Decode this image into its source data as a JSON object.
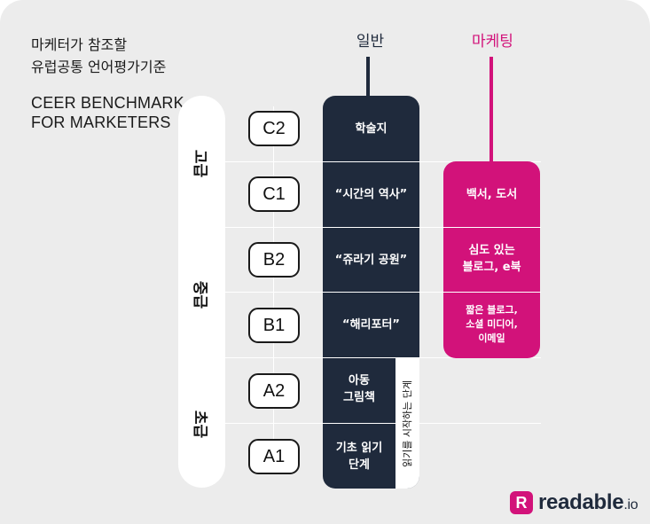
{
  "title": {
    "ko_line1": "마케터가 참조할",
    "ko_line2": "유럽공통 언어평가기준",
    "en_line1": "CEER BENCHMARK",
    "en_line2": "FOR MARKETERS"
  },
  "columns": {
    "general": "일반",
    "marketing": "마케팅"
  },
  "tiers": {
    "advanced": "고급",
    "intermediate": "중급",
    "beginner": "초급"
  },
  "levels": [
    "C2",
    "C1",
    "B2",
    "B1",
    "A2",
    "A1"
  ],
  "general_examples": {
    "c2": "학술지",
    "c1": "“시간의 역사”",
    "b2": "“쥬라기 공원”",
    "b1": "“해리포터”",
    "a2_line1": "아동",
    "a2_line2": "그림책",
    "a1_line1": "기초 읽기",
    "a1_line2": "단계"
  },
  "start_reading_label": "읽기를 시작하는 단계",
  "marketing_examples": {
    "c1": "백서, 도서",
    "b2_line1": "심도 있는",
    "b2_line2": "블로그, e북",
    "b1_line1": "짧은 블로그,",
    "b1_line2": "소셜 미디어,",
    "b1_line3": "이메일"
  },
  "brand": {
    "mark": "R",
    "name": "readable",
    "tld": ".io"
  },
  "colors": {
    "navy": "#1f2a3c",
    "magenta": "#d2127a",
    "background": "#ececec"
  }
}
